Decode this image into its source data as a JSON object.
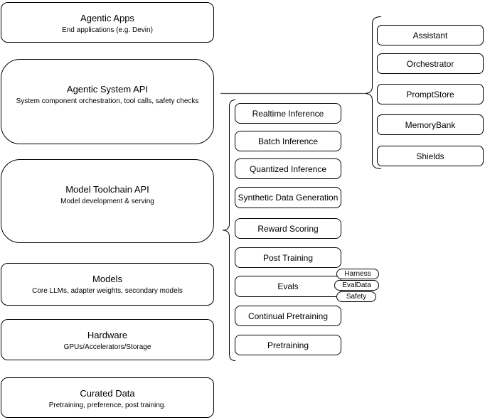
{
  "diagram": {
    "left_stack": [
      {
        "title": "Agentic Apps",
        "subtitle": "End applications (e.g. Devin)"
      },
      {
        "title": "Agentic System API",
        "subtitle": "System component orchestration, tool calls, safety checks"
      },
      {
        "title": "Model Toolchain API",
        "subtitle": "Model development & serving"
      },
      {
        "title": "Models",
        "subtitle": "Core LLMs, adapter weights, secondary models"
      },
      {
        "title": "Hardware",
        "subtitle": "GPUs/Accelerators/Storage"
      },
      {
        "title": "Curated Data",
        "subtitle": "Pretraining, preference, post training."
      }
    ],
    "toolchain_components": [
      "Realtime Inference",
      "Batch Inference",
      "Quantized Inference",
      "Synthetic Data Generation",
      "Reward Scoring",
      "Post Training",
      "Evals",
      "Continual Pretraining",
      "Pretraining"
    ],
    "eval_badges": [
      "Harness",
      "EvalData",
      "Safety"
    ],
    "system_components": [
      "Assistant",
      "Orchestrator",
      "PromptStore",
      "MemoryBank",
      "Shields"
    ],
    "colors": {
      "stroke": "#000000",
      "background": "#ffffff",
      "text": "#000000"
    }
  }
}
